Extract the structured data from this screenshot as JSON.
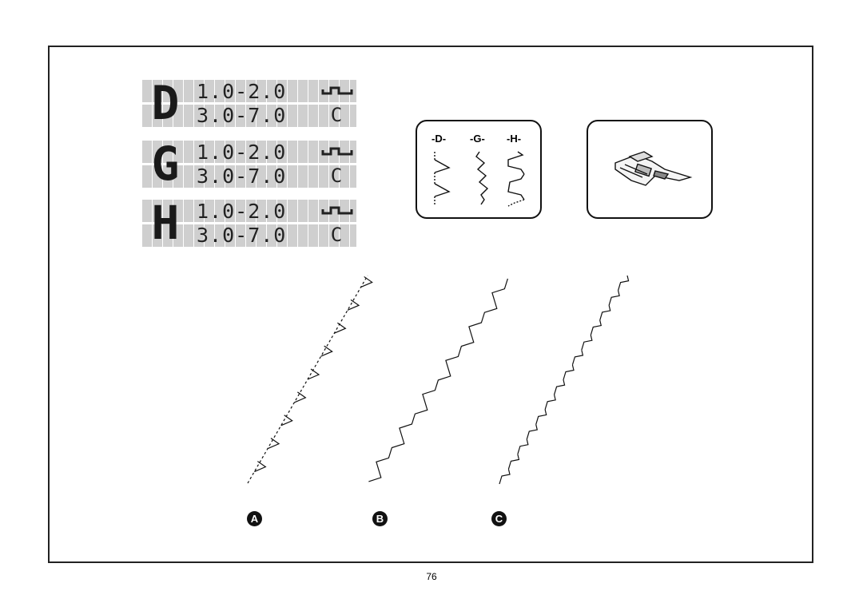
{
  "page_number": "76",
  "lcd_displays": [
    {
      "letter": "D",
      "row1": "1.0-2.0",
      "row2": "3.0-7.0",
      "tag": "C"
    },
    {
      "letter": "G",
      "row1": "1.0-2.0",
      "row2": "3.0-7.0",
      "tag": "C"
    },
    {
      "letter": "H",
      "row1": "1.0-2.0",
      "row2": "3.0-7.0",
      "tag": "C"
    }
  ],
  "pattern_card": {
    "labels": [
      "-D-",
      "-G-",
      "-H-"
    ]
  },
  "foot_card": {
    "icon": "presser-foot-icon"
  },
  "sample_labels": [
    "A",
    "B",
    "C"
  ]
}
